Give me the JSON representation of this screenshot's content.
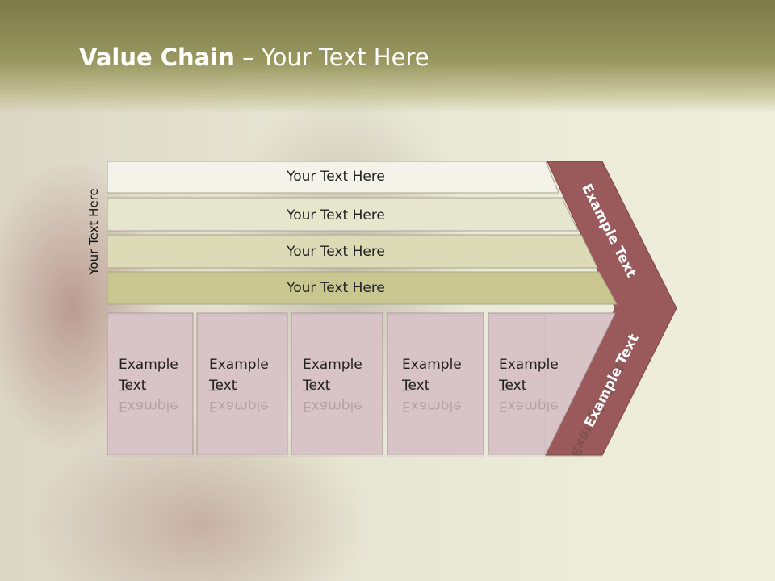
{
  "title": {
    "bold": "Value Chain",
    "rest": " – Your Text Here"
  },
  "side_label": "Your Text Here",
  "bars": [
    {
      "label": "Your Text Here",
      "color": "#f4f3ea"
    },
    {
      "label": "Your Text Here",
      "color": "#e6e6cf"
    },
    {
      "label": "Your Text Here",
      "color": "#dcdbb6"
    },
    {
      "label": "Your Text Here",
      "color": "#c9c68f"
    }
  ],
  "cells": [
    {
      "label": "Example\nText"
    },
    {
      "label": "Example\nText"
    },
    {
      "label": "Example\nText"
    },
    {
      "label": "Example\nText"
    },
    {
      "label": "Example\nText"
    }
  ],
  "chevron": {
    "top_label": "Example Text",
    "bottom_label": "Example Text",
    "color": "#9a5a5c"
  },
  "colors": {
    "cell": "#d8c3c6",
    "title_bar": "#8d8b55"
  }
}
